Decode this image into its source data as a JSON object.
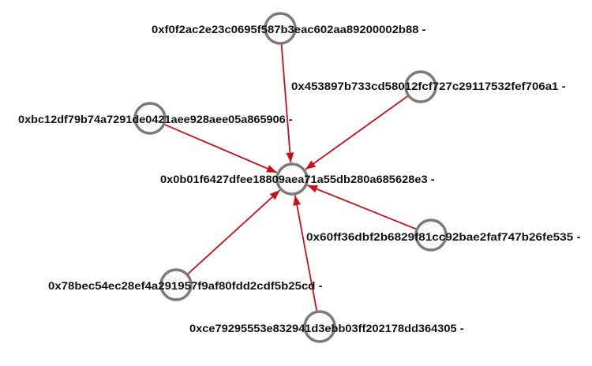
{
  "graph": {
    "edge_color": "#c8101c",
    "node_stroke_color": "#7a7a7a",
    "center": {
      "label": "0x0b01f6427dfee18809aea71a55db280a685628e3 -"
    },
    "nodes": [
      {
        "label": "0xf0f2ac2e23c0695f587b3eac602aa89200002b88 -"
      },
      {
        "label": "0x453897b733cd58012fcf727c29117532fef706a1 -"
      },
      {
        "label": "0xbc12df79b74a7291de0421aee928aee05a865906 -"
      },
      {
        "label": "0x60ff36dbf2b6829f81cc92bae2faf747b26fe535 -"
      },
      {
        "label": "0x78bec54ec28ef4a291957f9af80fdd2cdf5b25cd -"
      },
      {
        "label": "0xce79295553e832941d3ebb03ff202178dd364305 -"
      }
    ],
    "edges": [
      {
        "from": 0,
        "to": "center"
      },
      {
        "from": 1,
        "to": "center"
      },
      {
        "from": 2,
        "to": "center"
      },
      {
        "from": 3,
        "to": "center"
      },
      {
        "from": 4,
        "to": "center"
      },
      {
        "from": 5,
        "to": "center"
      }
    ]
  }
}
